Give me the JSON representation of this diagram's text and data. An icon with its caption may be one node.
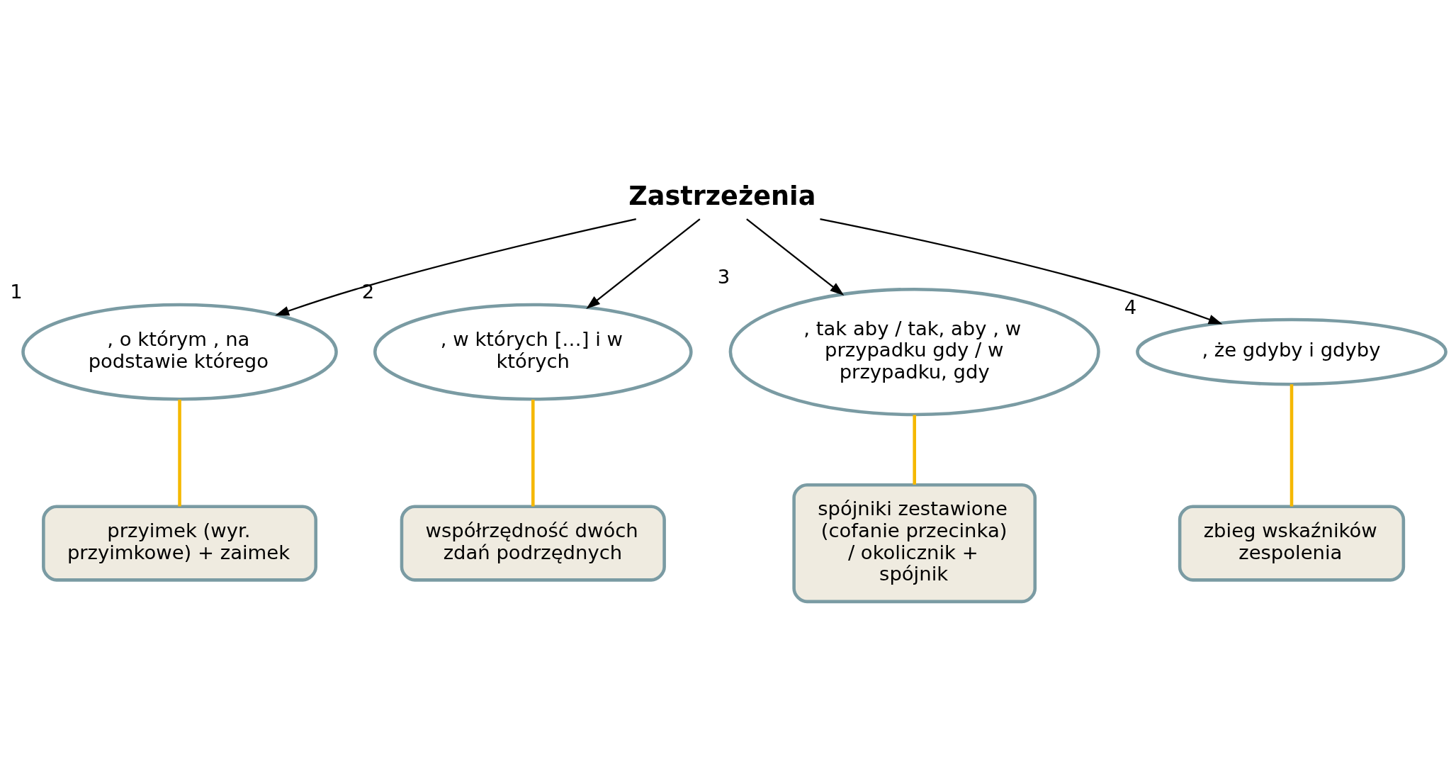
{
  "diagram": {
    "nodes": [
      {
        "text": [
          "Zastrzeżenia"
        ]
      },
      {
        "text": [
          ", o którym , na podstawie którego"
        ],
        "beside": [
          "1"
        ]
      },
      {
        "text": [
          ", w których […] i w których"
        ],
        "beside": [
          "2"
        ]
      },
      {
        "text": [
          ", tak aby / tak, aby , w przypadku gdy / w przypadku, gdy"
        ],
        "beside": [
          "3"
        ]
      },
      {
        "text": [
          ", że gdyby i gdyby"
        ],
        "beside": [
          "4"
        ]
      },
      {
        "text": [
          "przyimek (wyr. przyimkowe) + zaimek"
        ]
      },
      {
        "text": [
          "współrzędność dwóch zdań podrzędnych"
        ]
      },
      {
        "text": [
          "spójniki zestawione (cofanie przecinka) / okolicznik + spójnik"
        ]
      },
      {
        "text": [
          "zbieg wskaźników zespolenia"
        ]
      }
    ],
    "edges": [
      {
        "from": 0,
        "to": 1,
        "arrow": "to"
      },
      {
        "from": 0,
        "to": 2,
        "arrow": "to"
      },
      {
        "from": 0,
        "to": 3,
        "arrow": "to"
      },
      {
        "from": 0,
        "to": 4,
        "arrow": "to"
      },
      {
        "from": 1,
        "to": 5,
        "arrow": "none",
        "color": "#f5b800"
      },
      {
        "from": 2,
        "to": 6,
        "arrow": "none",
        "color": "#f5b800"
      },
      {
        "from": 3,
        "to": 7,
        "arrow": "none",
        "color": "#f5b800"
      },
      {
        "from": 4,
        "to": 8,
        "arrow": "none",
        "color": "#f5b800"
      }
    ]
  }
}
